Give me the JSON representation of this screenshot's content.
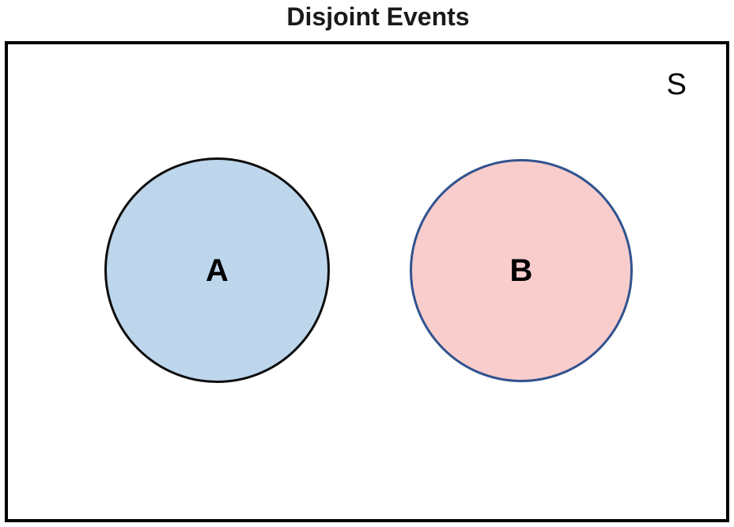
{
  "diagram": {
    "title": "Disjoint Events",
    "type": "venn-disjoint",
    "sample_space": {
      "label": "S",
      "border_color": "#000000",
      "background": "#ffffff"
    },
    "sets": [
      {
        "id": "A",
        "label": "A",
        "fill": "#bdd6ec",
        "stroke": "#0d0d0d"
      },
      {
        "id": "B",
        "label": "B",
        "fill": "#f9cdcc",
        "stroke": "#31538f"
      }
    ],
    "relationship": "disjoint (no overlap between A and B)"
  }
}
